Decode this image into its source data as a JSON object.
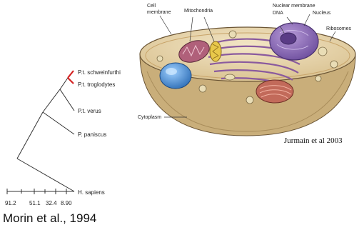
{
  "phylogeny": {
    "taxa": [
      "P.t. schweinfurthi",
      "P.t. troglodytes",
      "P.t. verus",
      "P. paniscus",
      "H. sapiens"
    ],
    "scale_ticks": [
      "91.2",
      "51.1",
      "32.4",
      "8.90"
    ],
    "citation": "Morin et al., 1994",
    "highlight_color": "#d42020"
  },
  "cell": {
    "labels": {
      "cell_membrane": [
        "Cell",
        "membrane"
      ],
      "mitochondria": "Mitochondria",
      "nuclear_membrane": "Nuclear membrane",
      "dna": "DNA",
      "nucleus": "Nucleus",
      "ribosomes": "Ribosomes",
      "cytoplasm": "Cytoplasm"
    },
    "citation": "Jurmain et al 2003"
  }
}
